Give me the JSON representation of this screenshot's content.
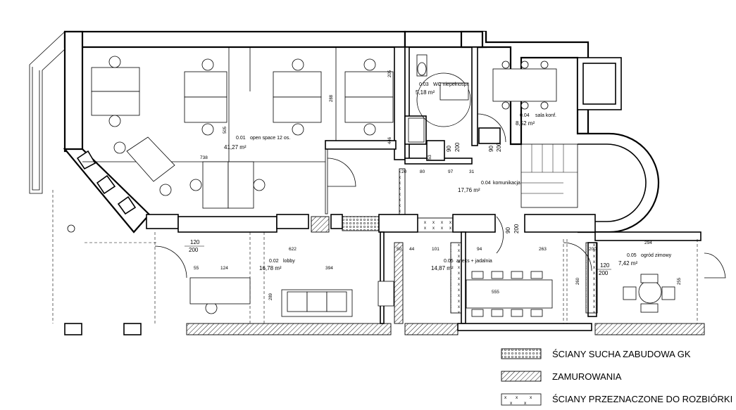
{
  "rooms": [
    {
      "num": "0.01",
      "name": "open space 12 os.",
      "area": "41,27 m²"
    },
    {
      "num": "0.02",
      "name": "lobby",
      "area": "16,78 m²"
    },
    {
      "num": "0.03",
      "name": "WC niepełnospr.",
      "area": "5,18 m²"
    },
    {
      "num": "0.04",
      "name": "sala konf.",
      "area": "8,52 m²"
    },
    {
      "num": "0.04",
      "name": "komunikacja",
      "area": "17,76 m²"
    },
    {
      "num": "0.05",
      "name": "aneks + jadalnia",
      "area": "14,87 m²"
    },
    {
      "num": "0.05",
      "name": "ogród zimowy",
      "area": "7,42 m²"
    }
  ],
  "dimensions": {
    "d738": "738",
    "d205": "205",
    "d288": "288",
    "d446": "446",
    "d505": "505",
    "d20": "20",
    "d80": "80",
    "d97": "97",
    "d31": "31",
    "d53": "53",
    "d120": "120",
    "d200a": "200",
    "d622": "622",
    "d55a": "55",
    "d124": "124",
    "d394": "394",
    "d289": "289",
    "d50": "50",
    "d44": "44",
    "d101": "101",
    "d94": "94",
    "d263": "263",
    "d200b": "200",
    "d294": "294",
    "d555": "555",
    "d260": "260",
    "d255": "255",
    "d120b": "120",
    "d200c": "200",
    "door_90_200_a": "90",
    "door_90_200_b": "200",
    "door_90_200_c": "90",
    "door_90_200_d": "200",
    "door_90_200_e": "90",
    "door_90_200_f": "200"
  },
  "legend": [
    {
      "label": "ŚCIANY SUCHA ZABUDOWA GK",
      "pattern": "dots"
    },
    {
      "label": "ZAMUROWANIA",
      "pattern": "hatch"
    },
    {
      "label": "ŚCIANY PRZEZNACZONE DO ROZBIÓRKI",
      "pattern": "xmarks"
    }
  ]
}
